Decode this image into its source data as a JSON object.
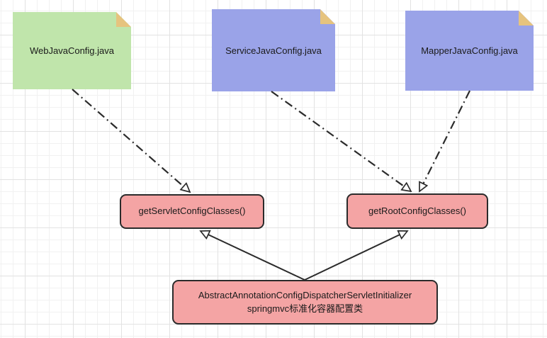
{
  "diagram": {
    "description": "Spring MVC configuration class mapping diagram on grid canvas",
    "nodes": [
      {
        "id": "web-config",
        "shape": "note",
        "label": "WebJavaConfig.java"
      },
      {
        "id": "service-config",
        "shape": "note",
        "label": "ServiceJavaConfig.java"
      },
      {
        "id": "mapper-config",
        "shape": "note",
        "label": "MapperJavaConfig.java"
      },
      {
        "id": "servlet-classes",
        "shape": "rounded-box",
        "label": "getServletConfigClasses()"
      },
      {
        "id": "root-classes",
        "shape": "rounded-box",
        "label": "getRootConfigClasses()"
      },
      {
        "id": "initializer",
        "shape": "rounded-box",
        "line1": "AbstractAnnotationConfigDispatcherServletInitializer",
        "line2": "springmvc标准化容器配置类"
      }
    ],
    "edges": [
      {
        "from": "WebJavaConfig.java",
        "to": "getServletConfigClasses()",
        "style": "dash-dot",
        "arrow": "open"
      },
      {
        "from": "ServiceJavaConfig.java",
        "to": "getRootConfigClasses()",
        "style": "dash-dot",
        "arrow": "open"
      },
      {
        "from": "MapperJavaConfig.java",
        "to": "getRootConfigClasses()",
        "style": "dash-dot",
        "arrow": "open"
      },
      {
        "from": "AbstractAnnotationConfigDispatcherServletInitializer",
        "to": "getServletConfigClasses()",
        "style": "solid",
        "arrow": "open"
      },
      {
        "from": "AbstractAnnotationConfigDispatcherServletInitializer",
        "to": "getRootConfigClasses()",
        "style": "solid",
        "arrow": "open"
      }
    ],
    "colors": {
      "note_green": "#c0e5ab",
      "note_blue": "#9aa3e8",
      "note_fold_tan": "#e6c37e",
      "box_pink": "#f4a4a4",
      "stroke_dark": "#2b2b2b",
      "grid_minor": "#f1f1f1",
      "grid_major": "#e2e2e2",
      "canvas_bg": "#ffffff"
    }
  }
}
